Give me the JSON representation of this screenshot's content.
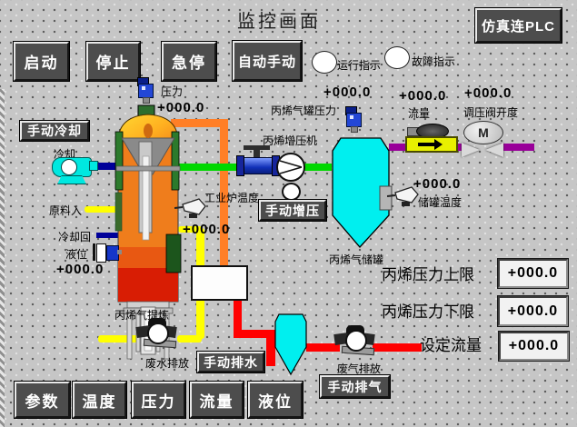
{
  "title": "监控画面",
  "colors": {
    "pipe_orange": "#ff7f27",
    "pipe_yellow": "#ffff00",
    "pipe_green": "#00d800",
    "pipe_blue": "#000099",
    "pipe_purple": "#990099",
    "pipe_red": "#ff0000",
    "tank_cyan": "#00efef",
    "button_face": "#4d4d4d"
  },
  "top": {
    "plc_button": "仿真连PLC",
    "buttons": [
      {
        "label": "启动"
      },
      {
        "label": "停止"
      },
      {
        "label": "急停"
      },
      {
        "label": "自动手动"
      }
    ],
    "indicators": [
      {
        "label": "运行指示"
      },
      {
        "label": "故障指示"
      }
    ]
  },
  "furnace": {
    "pressure_label": "压力",
    "pressure_value": "+000.0",
    "manual_cooling_button": "手动冷却",
    "cooling_label": "冷却",
    "material_in_label": "原料入",
    "cooling_return_label": "冷却回",
    "level_label": "液位",
    "level_value": "+000.0",
    "furnace_temp_label": "工业炉温度",
    "furnace_temp_value": "+000.0",
    "refine_label": "丙烯气提炼",
    "waste_water_label": "废水排放",
    "manual_drain_button": "手动排水"
  },
  "gas": {
    "tank_pressure_value": "+000.0",
    "tank_pressure_label": "丙烯气罐压力",
    "booster_label": "丙烯增压机",
    "manual_boost_button": "手动增压",
    "tank_label": "丙烯气储罐",
    "tank_temp_value": "+000.0",
    "tank_temp_label": "储罐温度",
    "flow_value": "+000.0",
    "flow_label": "流量",
    "valve_opening_value": "+000.0",
    "valve_opening_label": "调压阀开度",
    "valve_motor_letter": "M"
  },
  "exhaust": {
    "waste_gas_label": "废气排放",
    "manual_exhaust_button": "手动排气"
  },
  "settings": {
    "pressure_high_label": "丙烯压力上限",
    "pressure_high_value": "+000.0",
    "pressure_low_label": "丙烯压力下限",
    "pressure_low_value": "+000.0",
    "set_flow_label": "设定流量",
    "set_flow_value": "+000.0"
  },
  "bottom_buttons": [
    {
      "label": "参数"
    },
    {
      "label": "温度"
    },
    {
      "label": "压力"
    },
    {
      "label": "流量"
    },
    {
      "label": "液位"
    }
  ]
}
